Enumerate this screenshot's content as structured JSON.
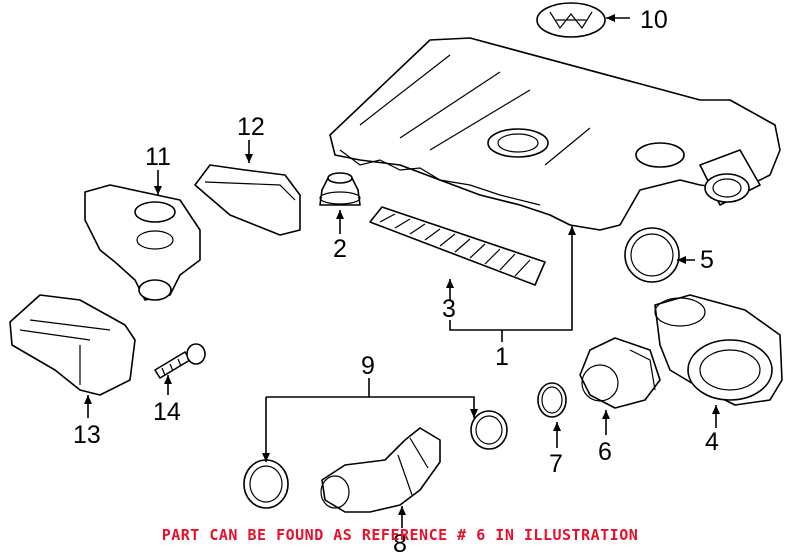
{
  "callouts": {
    "c1": "1",
    "c2": "2",
    "c3": "3",
    "c4": "4",
    "c5": "5",
    "c6": "6",
    "c7": "7",
    "c8": "8",
    "c9": "9",
    "c10": "10",
    "c11": "11",
    "c12": "12",
    "c13": "13",
    "c14": "14"
  },
  "footer_note": "PART CAN BE FOUND AS REFERENCE # 6 IN ILLUSTRATION",
  "colors": {
    "footer_text": "#e8102a",
    "line_art": "#000000",
    "background": "#ffffff"
  }
}
